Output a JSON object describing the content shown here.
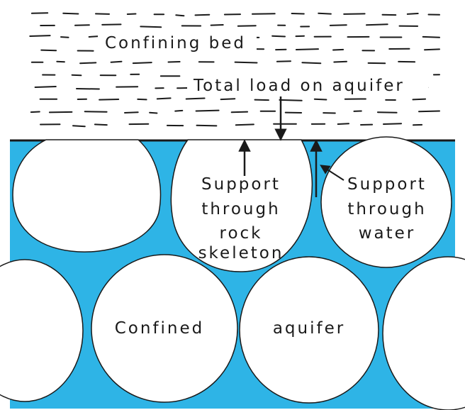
{
  "labels": {
    "confining_bed": "Confining bed",
    "total_load": "Total load on aquifer",
    "support_rock": [
      "Support",
      "through",
      "rock",
      "skeleton"
    ],
    "support_water": [
      "Support",
      "through",
      "water"
    ],
    "confined": "Confined",
    "aquifer": "aquifer"
  },
  "colors": {
    "water": "#2eb4e6",
    "grain": "#ffffff",
    "line": "#1a1a1a"
  }
}
